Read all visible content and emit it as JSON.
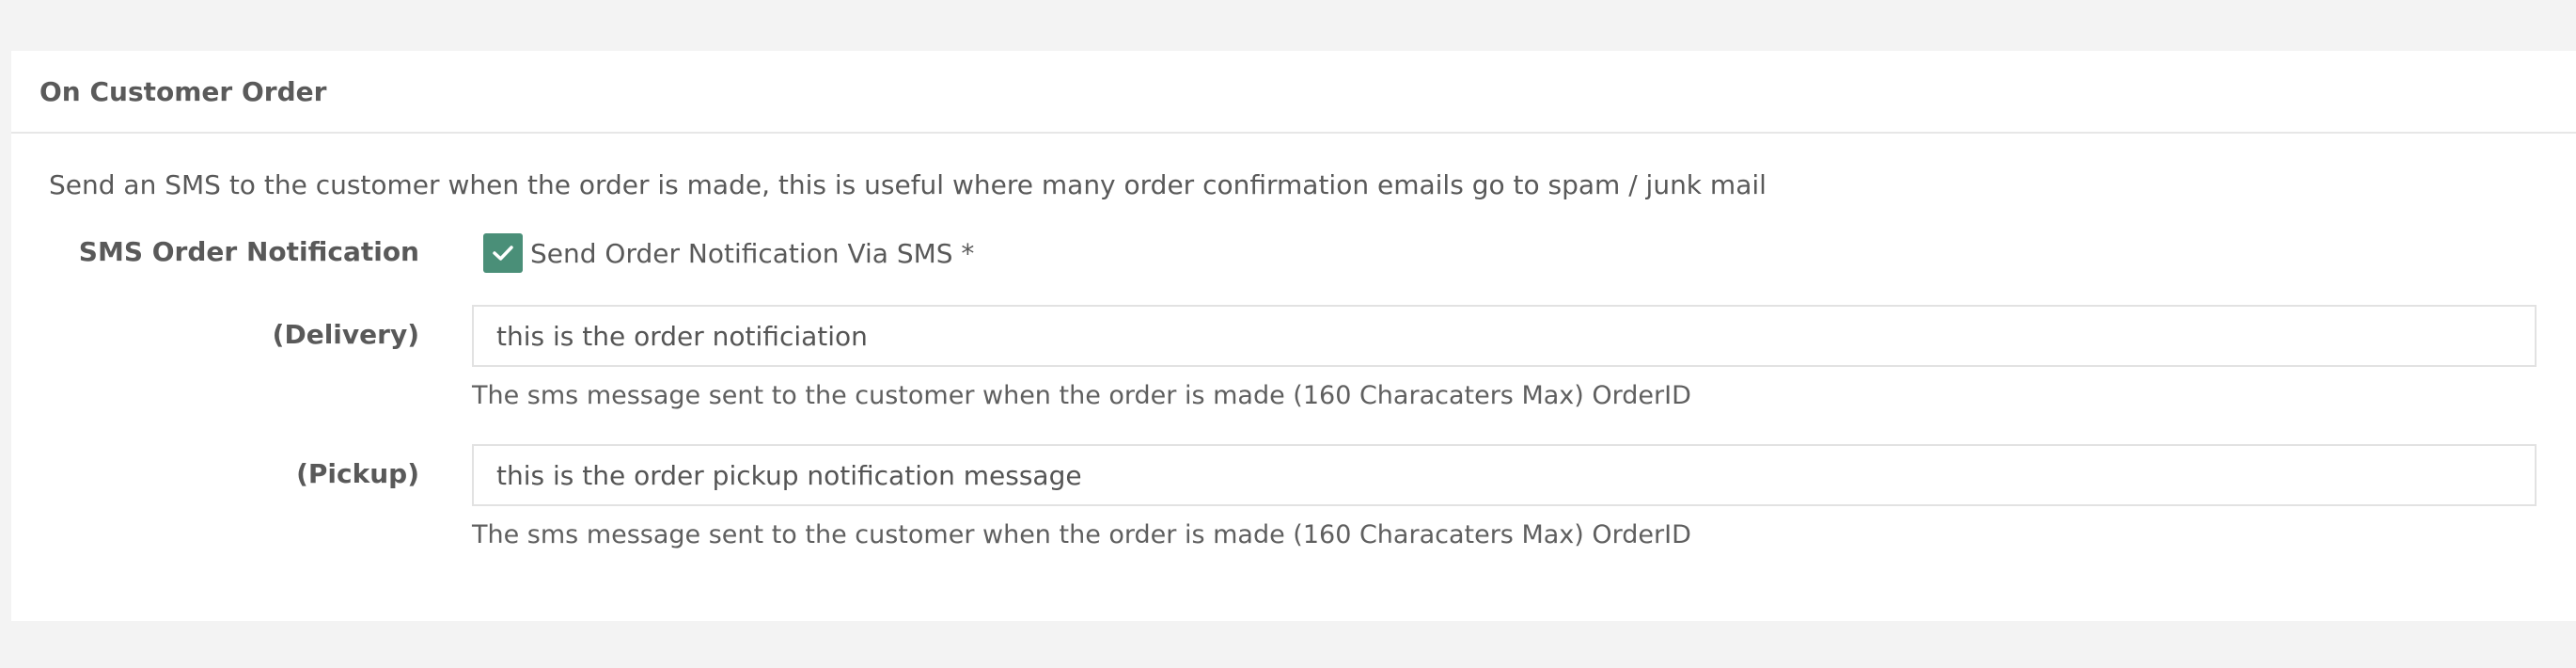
{
  "panel": {
    "title": "On Customer Order",
    "description": "Send an SMS to the customer when the order is made, this is useful where many order confirmation emails go to spam / junk mail"
  },
  "sms_notification": {
    "label": "SMS Order Notification",
    "checkbox_label": "Send Order Notification Via SMS *",
    "checked": true
  },
  "delivery": {
    "label": "(Delivery)",
    "value": "this is the order notificiation",
    "help": "The sms message sent to the customer when the order is made (160 Characaters Max) OrderID"
  },
  "pickup": {
    "label": "(Pickup)",
    "value": "this is the order pickup notification message",
    "help": "The sms message sent to the customer when the order is made (160 Characaters Max) OrderID"
  },
  "colors": {
    "page_background": "#f3f3f3",
    "panel_background": "#ffffff",
    "checkbox_accent": "#4a8f78",
    "text": "#595959"
  },
  "icons": {
    "checkbox_mark": "check-icon"
  }
}
